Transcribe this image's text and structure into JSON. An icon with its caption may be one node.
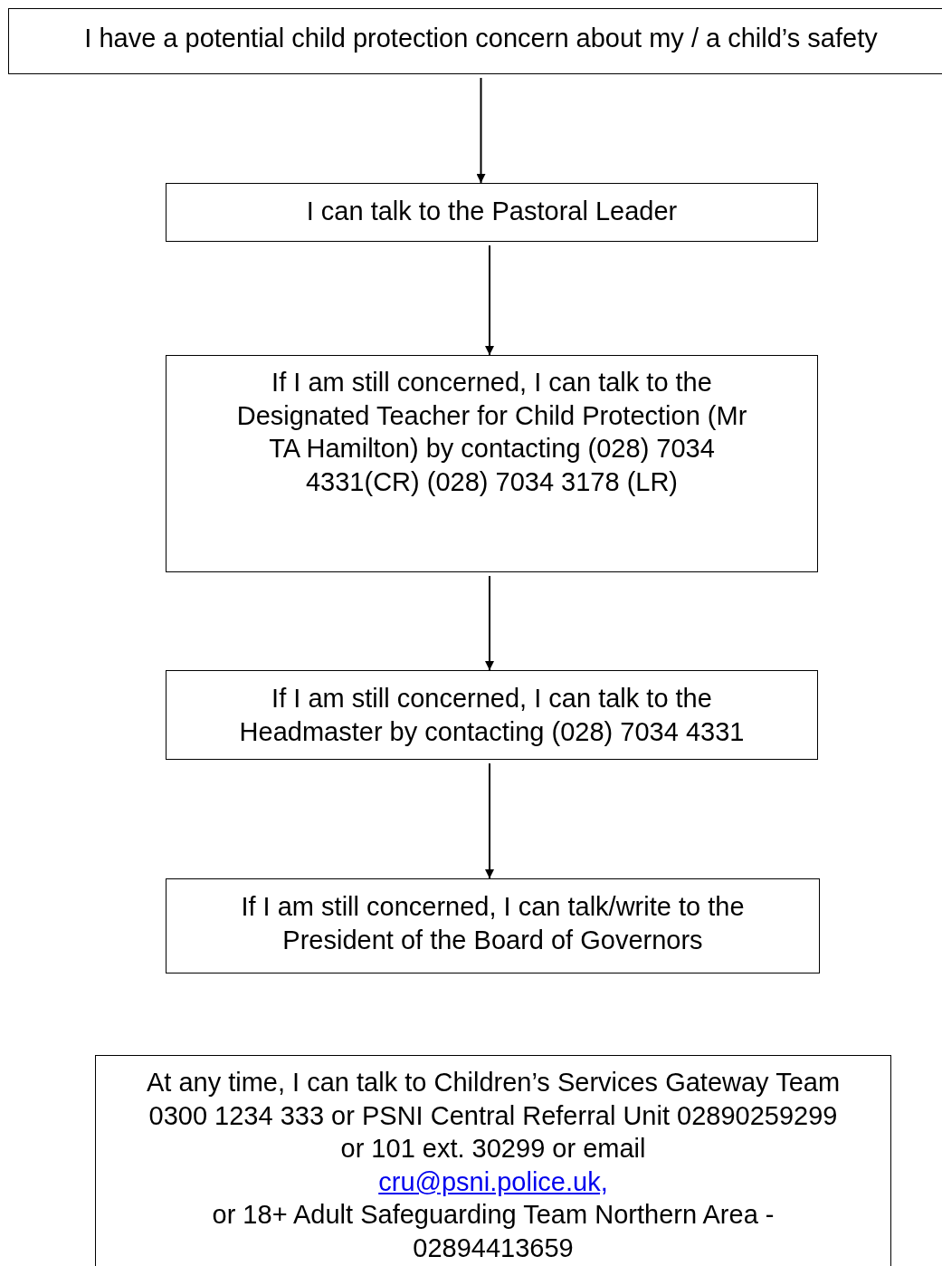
{
  "diagram": {
    "nodes": [
      {
        "text": [
          "I have a potential child protection concern about my / a child’s safety"
        ]
      },
      {
        "text": [
          "I can talk to the Pastoral Leader"
        ]
      },
      {
        "text": [
          "If I am still concerned, I can talk to the Designated Teacher for Child Protection (Mr TA Hamilton) by contacting (028) 7034 4331(CR) (028) 7034 3178 (LR)"
        ]
      },
      {
        "text": [
          "If I am still concerned, I can talk to the Headmaster by contacting (028) 7034 4331"
        ]
      },
      {
        "text": [
          "If I am still concerned, I can talk/write to the President of the Board of Governors"
        ]
      },
      {
        "text": [
          "At any time, I can talk to Children’s Services Gateway Team 0300 1234 333 or PSNI Central Referral Unit 02890259299 or 101 ext. 30299 or email",
          "cru@psni.police.uk,",
          "or 18+ Adult Safeguarding Team Northern Area - 02894413659"
        ]
      }
    ],
    "edges": [
      {
        "from": 0,
        "to": 1,
        "arrow": "to"
      },
      {
        "from": 1,
        "to": 2,
        "arrow": "to"
      },
      {
        "from": 2,
        "to": 3,
        "arrow": "to"
      },
      {
        "from": 3,
        "to": 4,
        "arrow": "to"
      }
    ]
  }
}
